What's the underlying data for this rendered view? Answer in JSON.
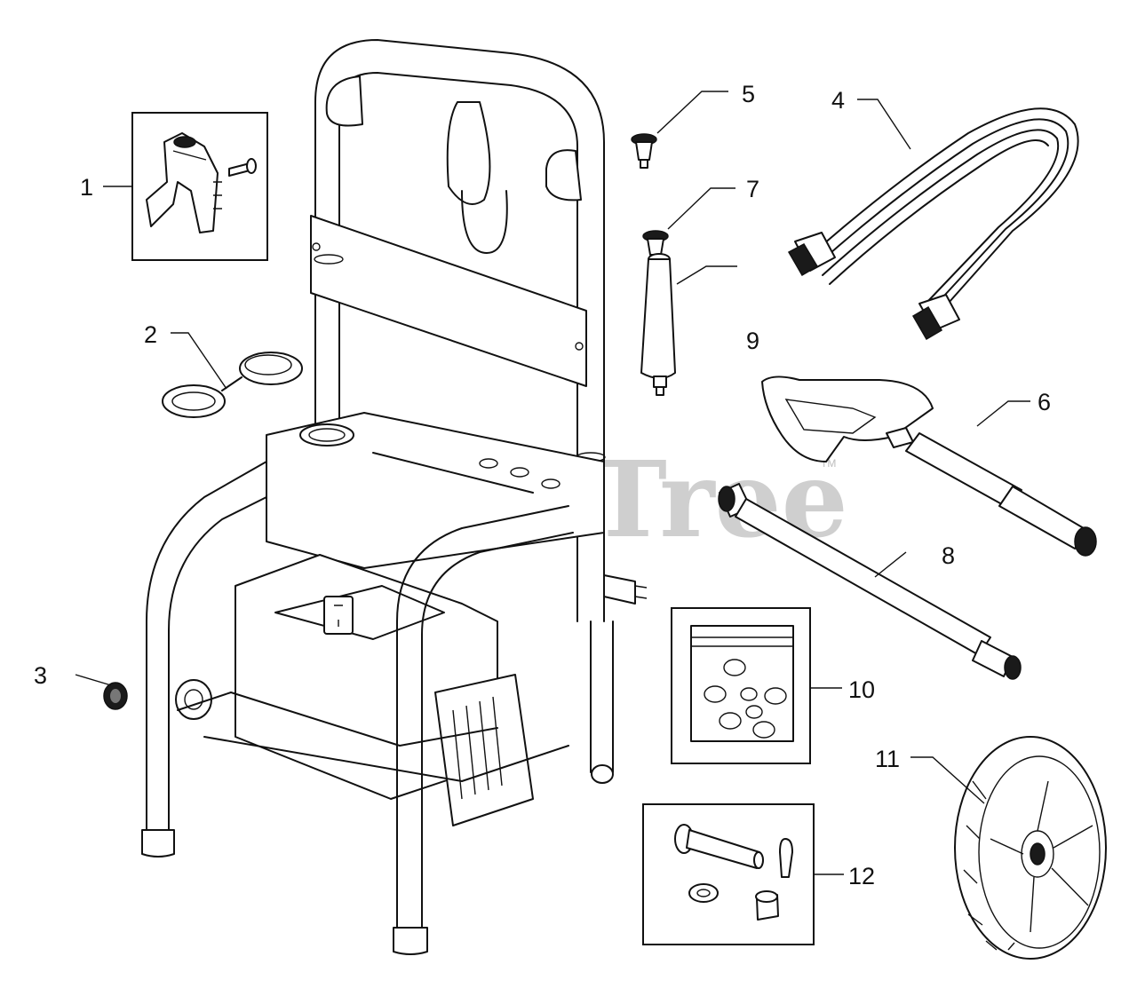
{
  "watermark": {
    "text": "PartsTree",
    "trademark": "TM"
  },
  "callouts": {
    "c1": "1",
    "c2": "2",
    "c3": "3",
    "c4": "4",
    "c5": "5",
    "c6": "6",
    "c7": "7",
    "c8": "8",
    "c9": "9",
    "c10": "10",
    "c11": "11",
    "c12": "12"
  },
  "colors": {
    "line": "#111111",
    "watermark": "#cfcfcf",
    "background": "#ffffff"
  }
}
